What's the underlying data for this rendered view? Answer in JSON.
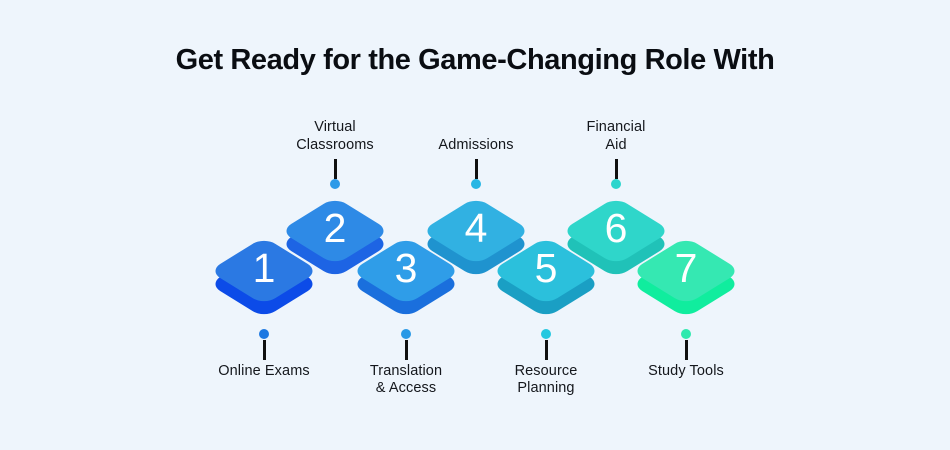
{
  "title": "Get Ready for the Game-Changing Role With",
  "colors": {
    "background": "#eef5fc",
    "title_text": "#0a0d12",
    "label_text": "#14171c",
    "connector_line": "#101010",
    "number_text": "#ffffff"
  },
  "steps": [
    {
      "number": "1",
      "label_lines": [
        "Online Exams"
      ],
      "label_position": "bottom",
      "face_color": "#2b79e3",
      "depth_color": "#0c4be8",
      "dot_color": "#1e79e2"
    },
    {
      "number": "2",
      "label_lines": [
        "Virtual",
        "Classrooms"
      ],
      "label_position": "top",
      "face_color": "#2e8ae6",
      "depth_color": "#1d64e4",
      "dot_color": "#2d9ae8"
    },
    {
      "number": "3",
      "label_lines": [
        "Translation",
        "& Access"
      ],
      "label_position": "bottom",
      "face_color": "#2f9de8",
      "depth_color": "#1a6fdd",
      "dot_color": "#2999e6"
    },
    {
      "number": "4",
      "label_lines": [
        "Admissions"
      ],
      "label_position": "top",
      "face_color": "#31b1e2",
      "depth_color": "#1f93cf",
      "dot_color": "#27b6e4"
    },
    {
      "number": "5",
      "label_lines": [
        "Resource",
        "Planning"
      ],
      "label_position": "bottom",
      "face_color": "#2bc0dc",
      "depth_color": "#1a9fc4",
      "dot_color": "#25c8e0"
    },
    {
      "number": "6",
      "label_lines": [
        "Financial",
        "Aid"
      ],
      "label_position": "top",
      "face_color": "#2fd6ca",
      "depth_color": "#20c2b8",
      "dot_color": "#2bd5cd"
    },
    {
      "number": "7",
      "label_lines": [
        "Study Tools"
      ],
      "label_position": "bottom",
      "face_color": "#35e8b2",
      "depth_color": "#10ed9e",
      "dot_color": "#2ee9ae"
    }
  ]
}
